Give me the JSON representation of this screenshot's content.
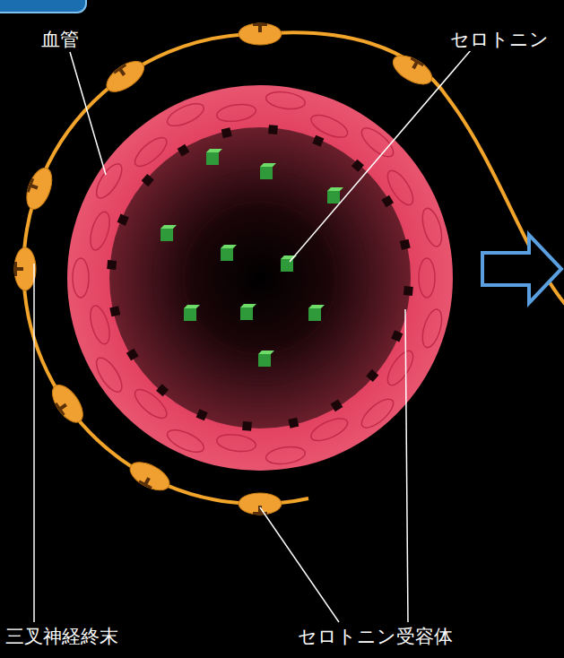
{
  "diagram": {
    "labels": [
      "血管",
      "セロトニン",
      "三叉神経終末",
      "セロトニン受容体"
    ]
  }
}
